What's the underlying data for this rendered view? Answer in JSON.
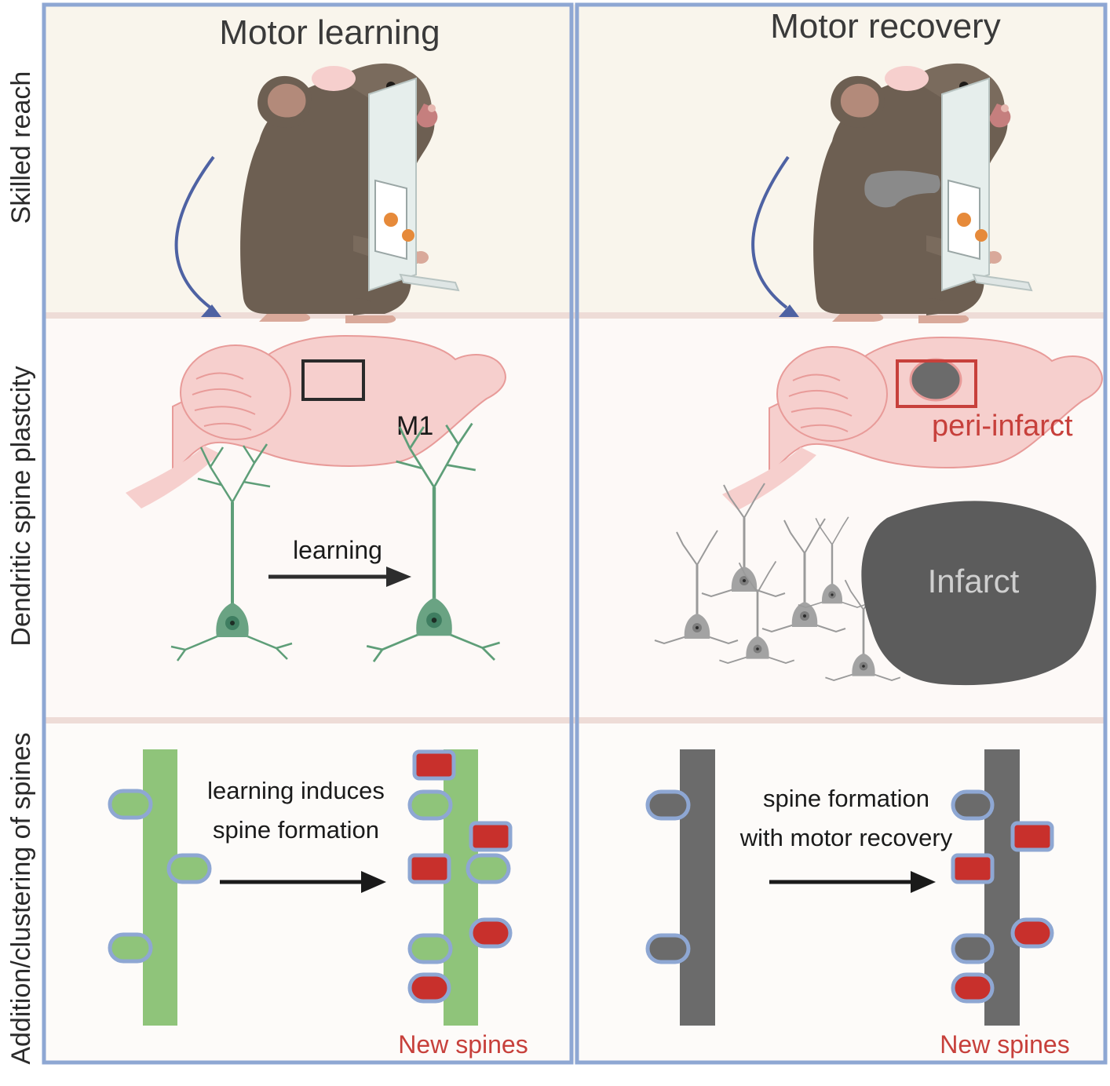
{
  "columns": {
    "left": {
      "title": "Motor learning"
    },
    "right": {
      "title": "Motor recovery"
    }
  },
  "rows": {
    "top": "Skilled reach",
    "middle": "Dendritic spine plastcity",
    "bottom": "Addition/clustering of spines"
  },
  "labels": {
    "m1": "M1",
    "peri_infarct": "peri-infarct",
    "learning_arrow": "learning",
    "infarct": "Infarct",
    "left_bottom_line1": "learning induces",
    "left_bottom_line2": "spine formation",
    "right_bottom_line1": "spine formation",
    "right_bottom_line2": "with motor recovery",
    "new_spines_left": "New spines",
    "new_spines_right": "New spines"
  },
  "colors": {
    "panel_border": "#8ea7d3",
    "top_row_bg": "#f9f5ec",
    "mouse_fur": "#6d5f52",
    "brain_fill": "#f6cfcd",
    "neuron_green": "#5e9e78",
    "neuron_gray": "#9a9a9a",
    "infarct_fill": "#5c5c5c",
    "dendrite_green": "#8fc47a",
    "dendrite_gray": "#6b6b6b",
    "new_spine_red": "#c8302c",
    "accent_red_text": "#c7403b",
    "curved_arrow": "#4e62a3"
  }
}
